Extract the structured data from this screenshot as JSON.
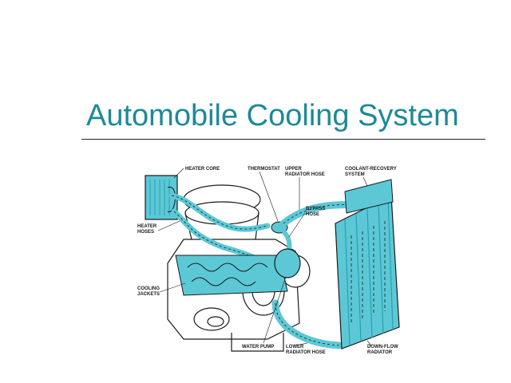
{
  "slide": {
    "title": "Automobile Cooling System"
  },
  "diagram": {
    "labels": {
      "heater_core": "HEATER CORE",
      "thermostat": "THERMOSTAT",
      "upper_radiator_hose_1": "UPPER",
      "upper_radiator_hose_2": "RADIATOR HOSE",
      "coolant_recovery_1": "COOLANT-RECOVERY",
      "coolant_recovery_2": "SYSTEM",
      "bypass_hose_1": "BYPASS",
      "bypass_hose_2": "HOSE",
      "heater_hoses_1": "HEATER",
      "heater_hoses_2": "HOSES",
      "cooling_jackets_1": "COOLING",
      "cooling_jackets_2": "JACKETS",
      "water_pump": "WATER PUMP",
      "lower_radiator_hose_1": "LOWER",
      "lower_radiator_hose_2": "RADIATOR HOSE",
      "down_flow_radiator_1": "DOWN-FLOW",
      "down_flow_radiator_2": "RADIATOR"
    },
    "colors": {
      "coolant": "#5cc8d6",
      "coolant_dark": "#2a9fb0",
      "line": "#1a1a1a",
      "engine": "#ffffff"
    }
  }
}
